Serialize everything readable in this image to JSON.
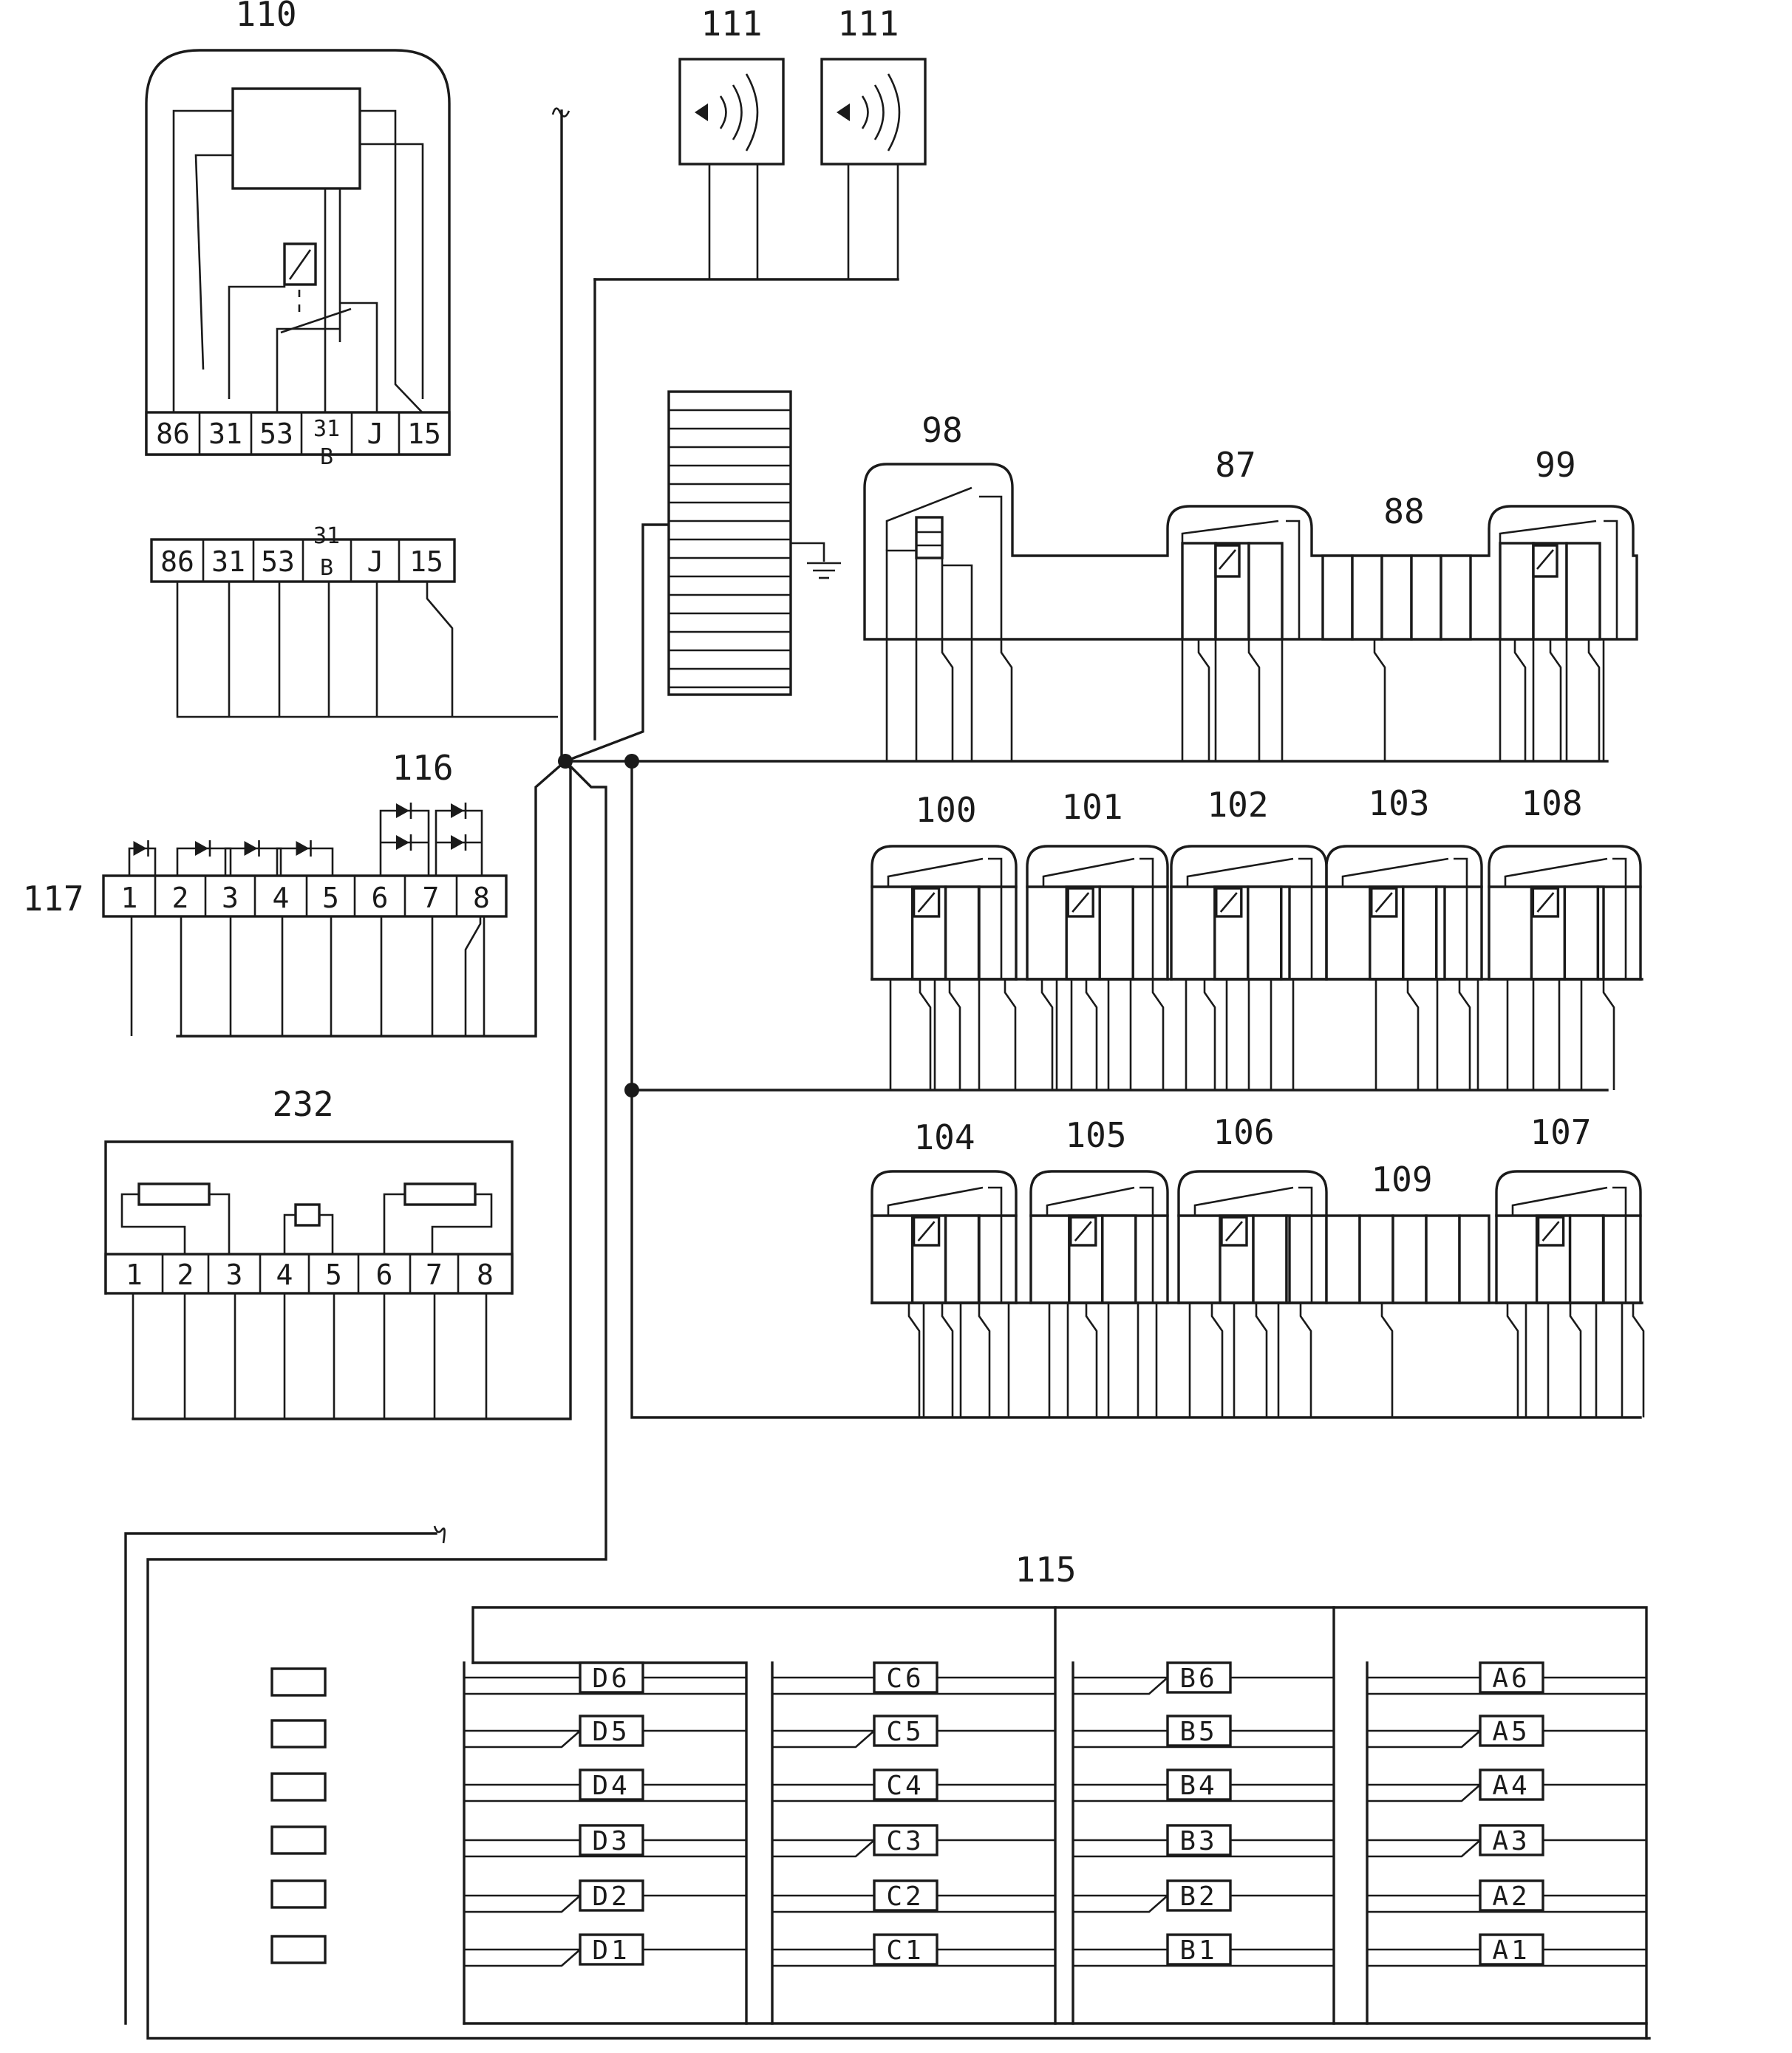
{
  "colors": {
    "ink": "#1a1a1a",
    "paper": "#ffffff"
  },
  "components": {
    "relay_110": {
      "label": "110",
      "pins": [
        "86",
        "31",
        "53",
        "31",
        "J",
        "15"
      ],
      "pin_sub": "B"
    },
    "relay_110_socket": {
      "pins": [
        "86",
        "31",
        "53",
        "31",
        "J",
        "15"
      ],
      "pin_sub": "B"
    },
    "speaker_left": {
      "label": "111",
      "icon": "speaker-icon"
    },
    "speaker_right": {
      "label": "111",
      "icon": "speaker-icon"
    },
    "module_116": {
      "label": "116"
    },
    "connector_117": {
      "label": "117",
      "pins": [
        "1",
        "2",
        "3",
        "4",
        "5",
        "6",
        "7",
        "8"
      ]
    },
    "module_232": {
      "label": "232",
      "pins": [
        "1",
        "2",
        "3",
        "4",
        "5",
        "6",
        "7",
        "8"
      ]
    },
    "relay_row_1": [
      {
        "label": "98"
      },
      {
        "label": "87"
      },
      {
        "label": "88"
      },
      {
        "label": "99"
      }
    ],
    "relay_row_2": [
      {
        "label": "100"
      },
      {
        "label": "101"
      },
      {
        "label": "102"
      },
      {
        "label": "103"
      },
      {
        "label": "108"
      }
    ],
    "relay_row_3": [
      {
        "label": "104"
      },
      {
        "label": "105"
      },
      {
        "label": "106"
      },
      {
        "label": "109"
      },
      {
        "label": "107"
      }
    ],
    "fuse_box_115": {
      "label": "115",
      "column_d": [
        "D6",
        "D5",
        "D4",
        "D3",
        "D2",
        "D1"
      ],
      "column_c": [
        "C6",
        "C5",
        "C4",
        "C3",
        "C2",
        "C1"
      ],
      "column_b": [
        "B6",
        "B5",
        "B4",
        "B3",
        "B2",
        "B1"
      ],
      "column_a": [
        "A6",
        "A5",
        "A4",
        "A3",
        "A2",
        "A1"
      ]
    }
  }
}
